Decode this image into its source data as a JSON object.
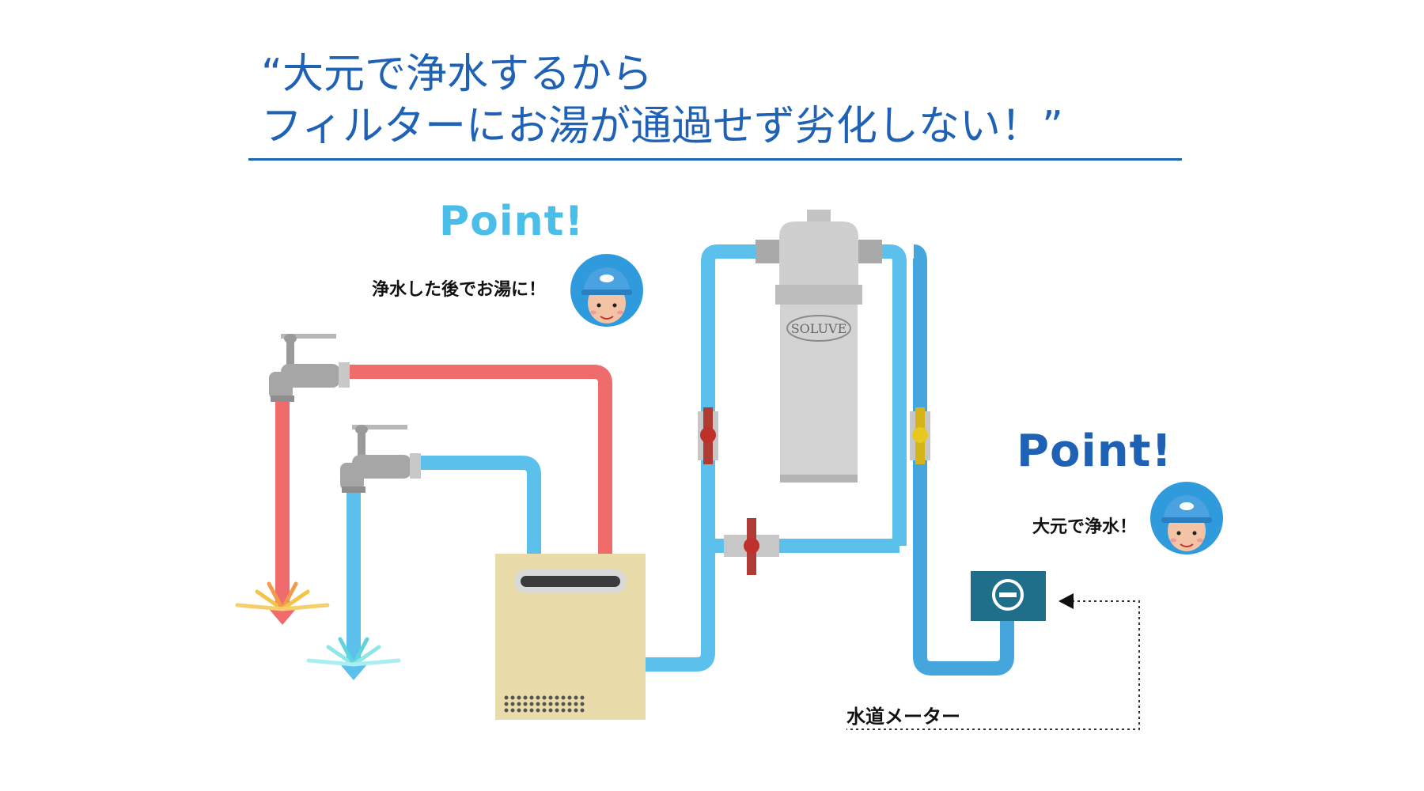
{
  "title": {
    "line1": "“大元で浄水するから",
    "line2": "フィルターにお湯が通過せず劣化しない！”"
  },
  "callouts": [
    {
      "point": "Point!",
      "text": "浄水した後でお湯に！"
    },
    {
      "point": "Point!",
      "text": "大元で浄水！"
    }
  ],
  "filter_brand": "SOLUVE",
  "meter_label": "水道メーター",
  "colors": {
    "title_blue": "#1f62b5",
    "point_light_blue": "#4bbde9",
    "cold_pipe": "#5bc1ec",
    "main_pipe": "#44a6dc",
    "hot_pipe": "#f06c6c",
    "heater": "#e9dcaa",
    "meter": "#1f6f8b",
    "valve_red": "#c0302b",
    "valve_yellow": "#e8c81e"
  },
  "icons": [
    "faucet-icon",
    "worker-avatar-icon",
    "water-splash-icon",
    "water-heater-icon",
    "filter-housing-icon",
    "valve-icon",
    "water-meter-icon",
    "arrow-left-icon"
  ]
}
